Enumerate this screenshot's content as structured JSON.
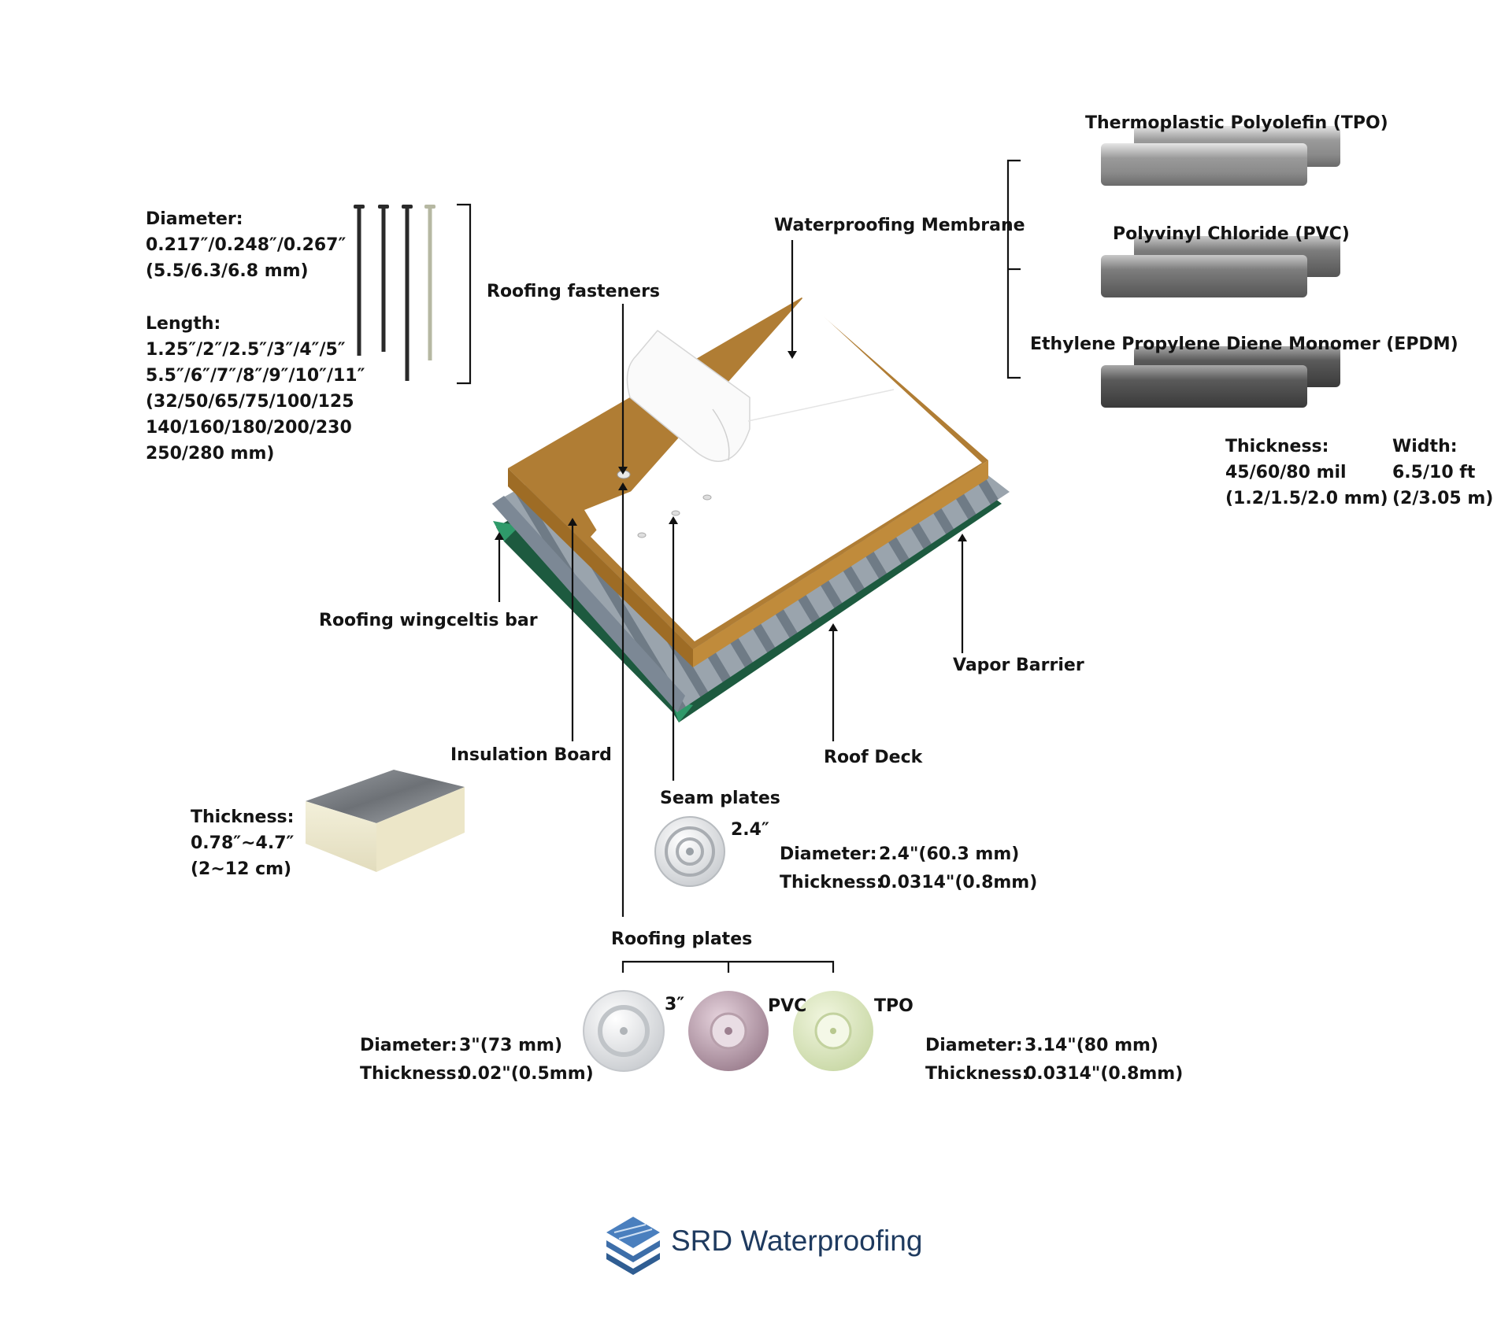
{
  "brand": {
    "name": "SRD Waterproofing",
    "logo_icon": "stacked-layers-logo-icon",
    "color": "#1e3a5f"
  },
  "colors": {
    "membrane": "#ffffff",
    "insulation_edge": "#b07d34",
    "metal_deck": "#8f9aa4",
    "vapor_barrier": "#1d5a3f",
    "leader_lines": "#111111"
  },
  "fasteners": {
    "diameter_title": "Diameter:",
    "diameter_values": "0.217″/0.248″/0.267″",
    "diameter_mm": "(5.5/6.3/6.8 mm)",
    "length_title": "Length:",
    "length_lines": [
      "1.25″/2″/2.5″/3″/4″/5″",
      "5.5″/6″/7″/8″/9″/10″/11″",
      "(32/50/65/75/100/125",
      "140/160/180/200/230",
      "250/280 mm)"
    ]
  },
  "labels": {
    "roofing_fasteners": "Roofing fasteners",
    "waterproofing_membrane": "Waterproofing Membrane",
    "roofing_bar": "Roofing wingceltis bar",
    "insulation_board": "Insulation Board",
    "vapor_barrier": "Vapor Barrier",
    "roof_deck": "Roof Deck",
    "seam_plates": "Seam plates",
    "roofing_plates": "Roofing plates"
  },
  "membranes": {
    "types": [
      "Thermoplastic Polyolefin (TPO)",
      "Polyvinyl Chloride (PVC)",
      "Ethylene Propylene Diene Monomer (EPDM)"
    ],
    "thickness_title": "Thickness:",
    "thickness_values": "45/60/80 mil",
    "thickness_mm": "(1.2/1.5/2.0 mm)",
    "width_title": "Width:",
    "width_values": "6.5/10 ft",
    "width_m": "(2/3.05 m)"
  },
  "insulation": {
    "thickness_title": "Thickness:",
    "thickness_values": "0.78″~4.7″",
    "thickness_cm": "(2~12 cm)"
  },
  "seam_plate": {
    "size_tag": "2.4″",
    "diameter_key": "Diameter:",
    "diameter_value": "2.4\"(60.3 mm)",
    "thickness_key": "Thickness:",
    "thickness_value": "0.0314\"(0.8mm)"
  },
  "roofing_plates": {
    "tags": [
      "3″",
      "PVC",
      "TPO"
    ],
    "left_spec": {
      "diameter_key": "Diameter:",
      "diameter_value": "3\"(73 mm)",
      "thickness_key": "Thickness:",
      "thickness_value": "0.02\"(0.5mm)"
    },
    "right_spec": {
      "diameter_key": "Diameter:",
      "diameter_value": "3.14\"(80 mm)",
      "thickness_key": "Thickness:",
      "thickness_value": "0.0314\"(0.8mm)"
    }
  }
}
